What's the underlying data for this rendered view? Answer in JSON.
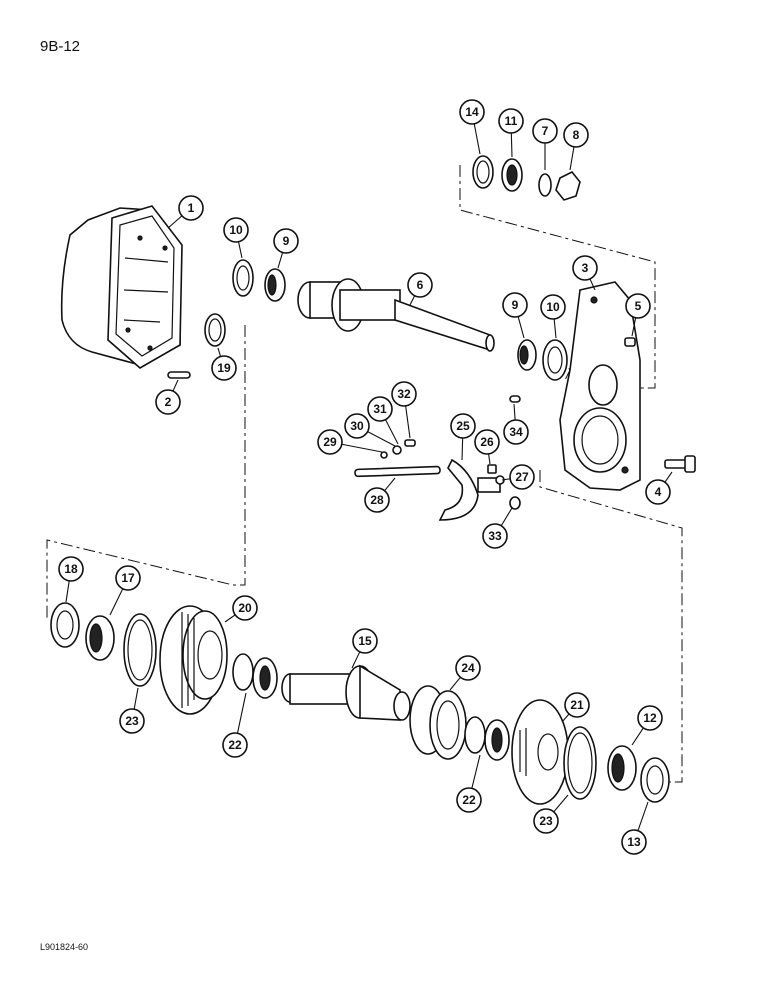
{
  "page": {
    "number": "9B-12",
    "figure_code": "L901824-60"
  },
  "callouts": [
    "1",
    "2",
    "3",
    "4",
    "5",
    "6",
    "7",
    "8",
    "9",
    "9",
    "10",
    "10",
    "11",
    "12",
    "13",
    "14",
    "15",
    "17",
    "18",
    "19",
    "20",
    "21",
    "22",
    "22",
    "23",
    "23",
    "24",
    "25",
    "26",
    "27",
    "28",
    "29",
    "30",
    "31",
    "32",
    "33",
    "34"
  ]
}
